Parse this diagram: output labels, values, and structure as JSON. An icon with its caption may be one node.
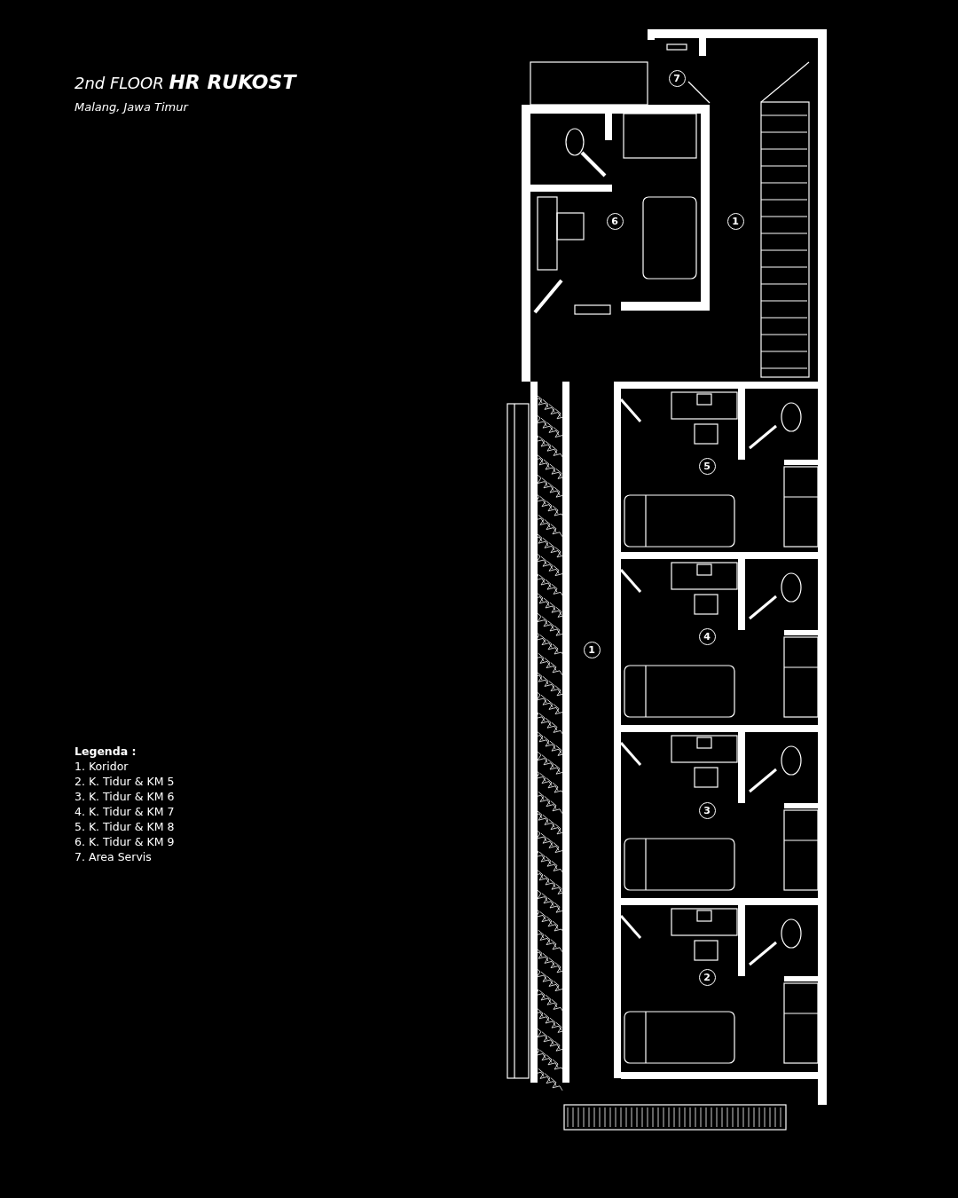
{
  "diagram": {
    "title": "2nd FLOOR **HR RUKOST**",
    "nodes": [
      {
        "text": [
          "7"
        ]
      },
      {
        "text": [
          "6"
        ]
      },
      {
        "text": [
          "1"
        ]
      },
      {
        "text": [
          "5"
        ]
      },
      {
        "text": [
          "4"
        ]
      },
      {
        "text": [
          "1"
        ]
      },
      {
        "text": [
          "3"
        ]
      },
      {
        "text": [
          "2"
        ]
      }
    ],
    "labels": [
      "Malang, Jawa Timur",
      "Legenda :",
      "1. Koridor",
      "2. K. Tidur & KM 5",
      "3. K. Tidur & KM 6",
      "4. K. Tidur & KM 7",
      "5. K. Tidur & KM 8",
      "6. K. Tidur & KM 9",
      "7. Area Servis"
    ]
  }
}
